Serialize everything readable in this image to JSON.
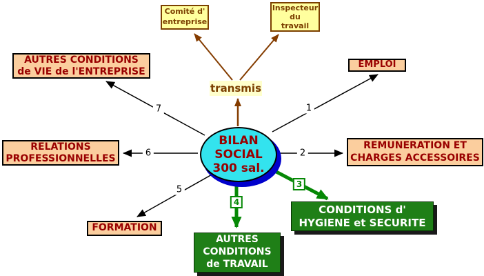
{
  "diagram": {
    "center": {
      "label": "BILAN\nSOCIAL\n300 sal."
    },
    "transmis": {
      "label": "transmis"
    },
    "recipients": {
      "comite": {
        "label": "Comité d'\nentreprise"
      },
      "inspecteur": {
        "label": "Inspecteur\ndu\ntravail"
      }
    },
    "sections": {
      "emploi": {
        "num": "1",
        "label": "EMPLOI"
      },
      "remuneration": {
        "num": "2",
        "label": "REMUNERATION ET\nCHARGES ACCESSOIRES"
      },
      "hygiene": {
        "num": "3",
        "label": "CONDITIONS d'\nHYGIENE et SECURITE"
      },
      "autres_travail": {
        "num": "4",
        "label": "AUTRES\nCONDITIONS\nde TRAVAIL"
      },
      "formation": {
        "num": "5",
        "label": "FORMATION"
      },
      "relations": {
        "num": "6",
        "label": "RELATIONS\nPROFESSIONNELLES"
      },
      "autres_vie": {
        "num": "7",
        "label": "AUTRES CONDITIONS\nde VIE de l'ENTREPRISE"
      }
    },
    "colors": {
      "peach_bg": "#FBCE9E",
      "peach_text": "#990000",
      "yellow_bg": "#FFFF9E",
      "brown": "#7B3F00",
      "brown_arrow": "#843C00",
      "green_box_bg": "#1F7F17",
      "green_arrow": "#068806",
      "ellipse_bg": "#33E3EE",
      "ellipse_shadow": "#0000CC",
      "black_arrow": "#000000"
    }
  }
}
